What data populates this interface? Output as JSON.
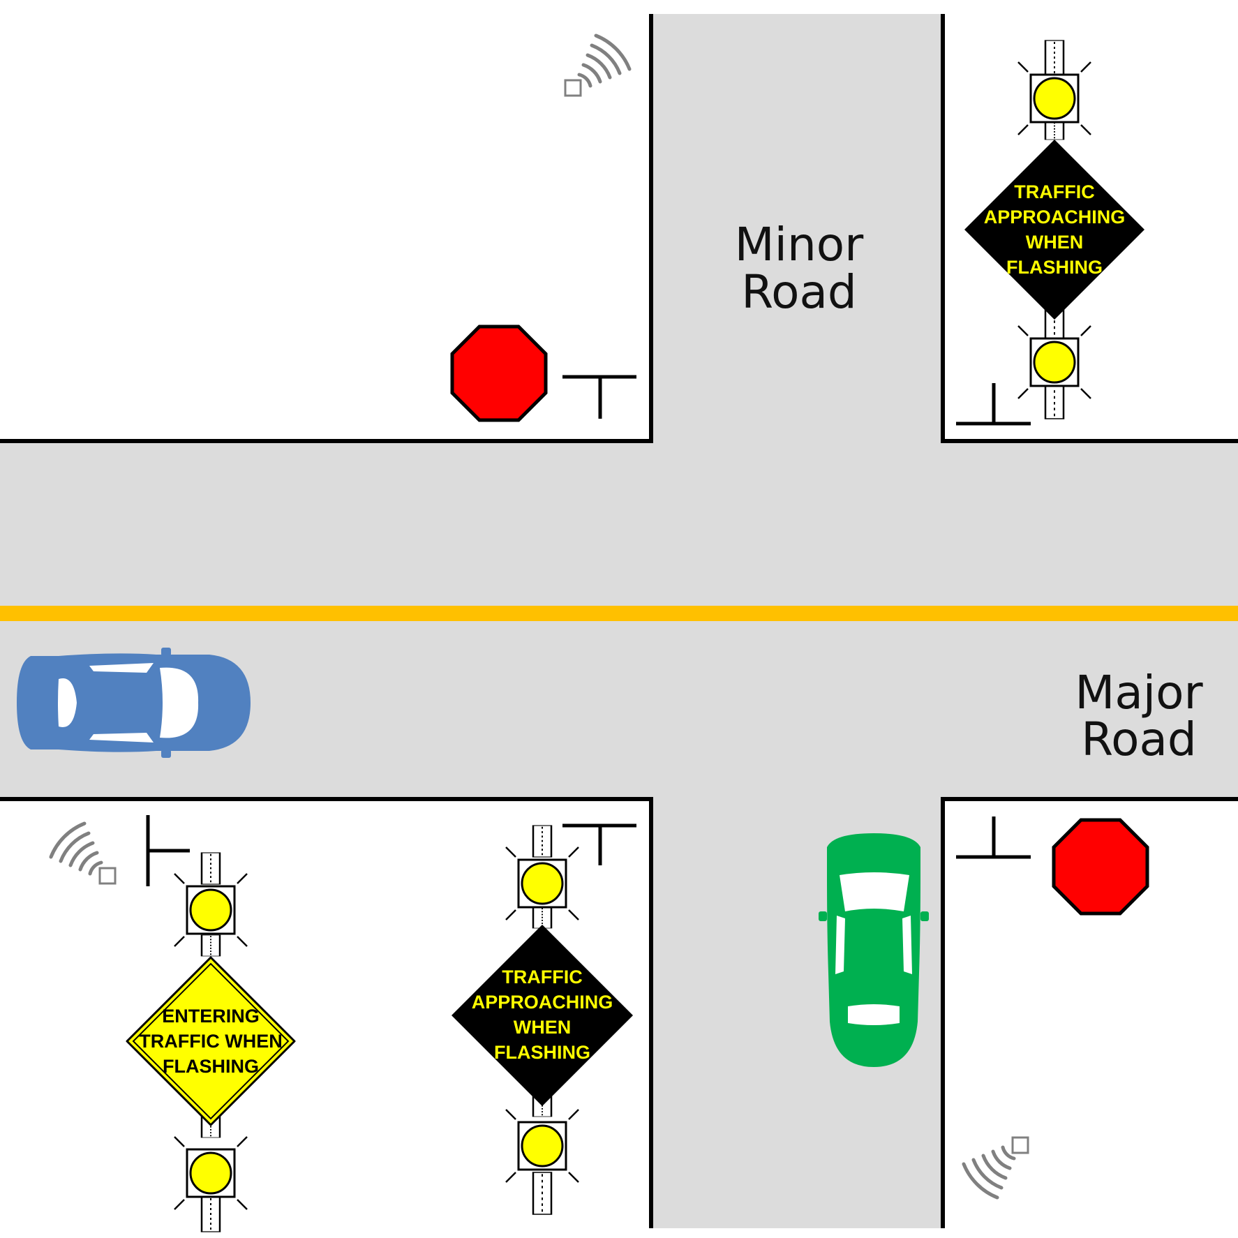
{
  "labels": {
    "minor_road": [
      "Minor",
      "Road"
    ],
    "major_road": [
      "Major",
      "Road"
    ]
  },
  "signs": {
    "traffic_approaching": [
      "TRAFFIC",
      "APPROACHING",
      "WHEN",
      "FLASHING"
    ],
    "entering_traffic": [
      "ENTERING",
      "TRAFFIC WHEN",
      "FLASHING"
    ]
  },
  "colors": {
    "road": "#dcdcdc",
    "centerline": "#ffc000",
    "curb": "#000000",
    "stop_sign": "#ff0000",
    "beacon_light": "#ffff00",
    "sign_black_bg": "#000000",
    "sign_black_text": "#ffff00",
    "sign_yellow_bg": "#ffff00",
    "sign_yellow_text": "#000000",
    "car_blue": "#5181c0",
    "car_green": "#00b050",
    "sensor": "#808080"
  },
  "icons": {
    "stop_sign": "octagon",
    "beacon": "flashing-yellow-beacon",
    "sensor": "detection-wave-sensor",
    "stop_bar": "stop-line-marker",
    "car": "top-view-car"
  }
}
